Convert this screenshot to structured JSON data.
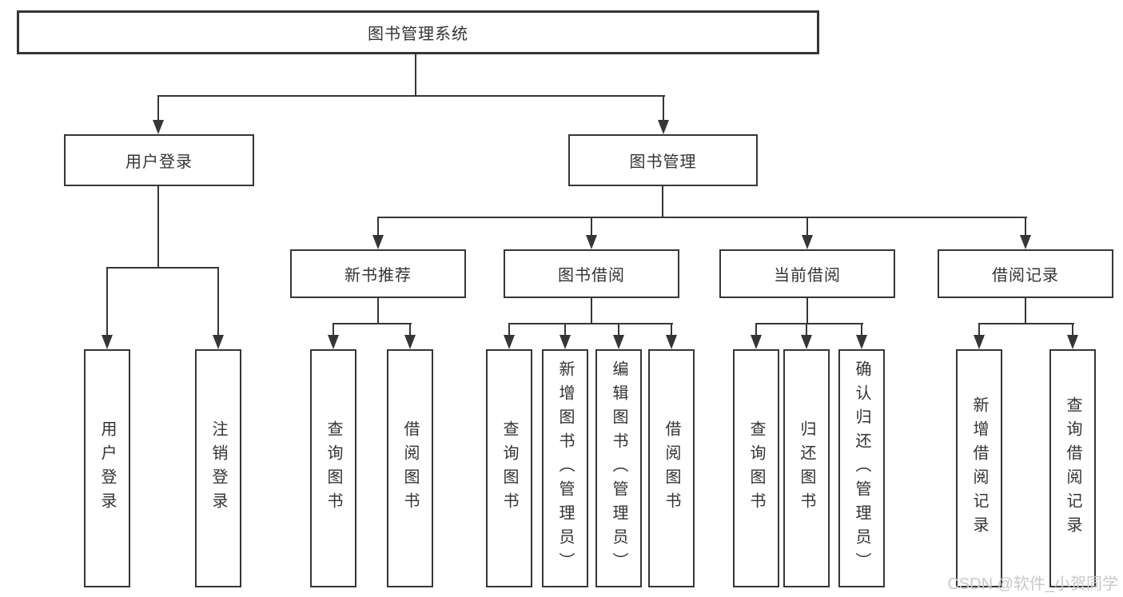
{
  "diagram": {
    "type": "hierarchy-tree",
    "root": {
      "label": "图书管理系统",
      "children": [
        {
          "label": "用户登录",
          "children": [
            {
              "label": "用户登录"
            },
            {
              "label": "注销登录"
            }
          ]
        },
        {
          "label": "图书管理",
          "children": [
            {
              "label": "新书推荐",
              "children": [
                {
                  "label": "查询图书"
                },
                {
                  "label": "借阅图书"
                }
              ]
            },
            {
              "label": "图书借阅",
              "children": [
                {
                  "label": "查询图书"
                },
                {
                  "label": "新增图书（管理员）"
                },
                {
                  "label": "编辑图书（管理员）"
                },
                {
                  "label": "借阅图书"
                }
              ]
            },
            {
              "label": "当前借阅",
              "children": [
                {
                  "label": "查询图书"
                },
                {
                  "label": "归还图书"
                },
                {
                  "label": "确认归还（管理员）"
                }
              ]
            },
            {
              "label": "借阅记录",
              "children": [
                {
                  "label": "新增借阅记录"
                },
                {
                  "label": "查询借阅记录"
                }
              ]
            }
          ]
        }
      ]
    }
  },
  "watermark": "CSDN @软件_小贺同学",
  "colors": {
    "line": "#363636",
    "text": "#333333",
    "watermark": "#c8c8c8"
  }
}
